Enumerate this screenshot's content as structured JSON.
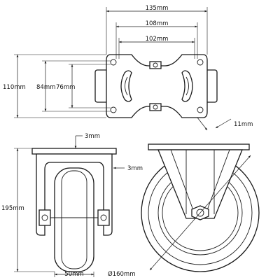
{
  "dimensions": {
    "top_width_overall": "135mm",
    "top_width_holes_outer": "108mm",
    "top_width_holes_inner": "102mm",
    "top_height_overall": "110mm",
    "top_height_holes_outer": "84mm",
    "top_height_holes_inner": "76mm",
    "slot_width": "11mm",
    "plate_thickness_top": "3mm",
    "plate_thickness_side": "3mm",
    "total_height": "195mm",
    "wheel_width": "50mm",
    "wheel_diameter": "Ø160mm"
  },
  "colors": {
    "line": "#1a1a1a",
    "background": "#ffffff"
  }
}
